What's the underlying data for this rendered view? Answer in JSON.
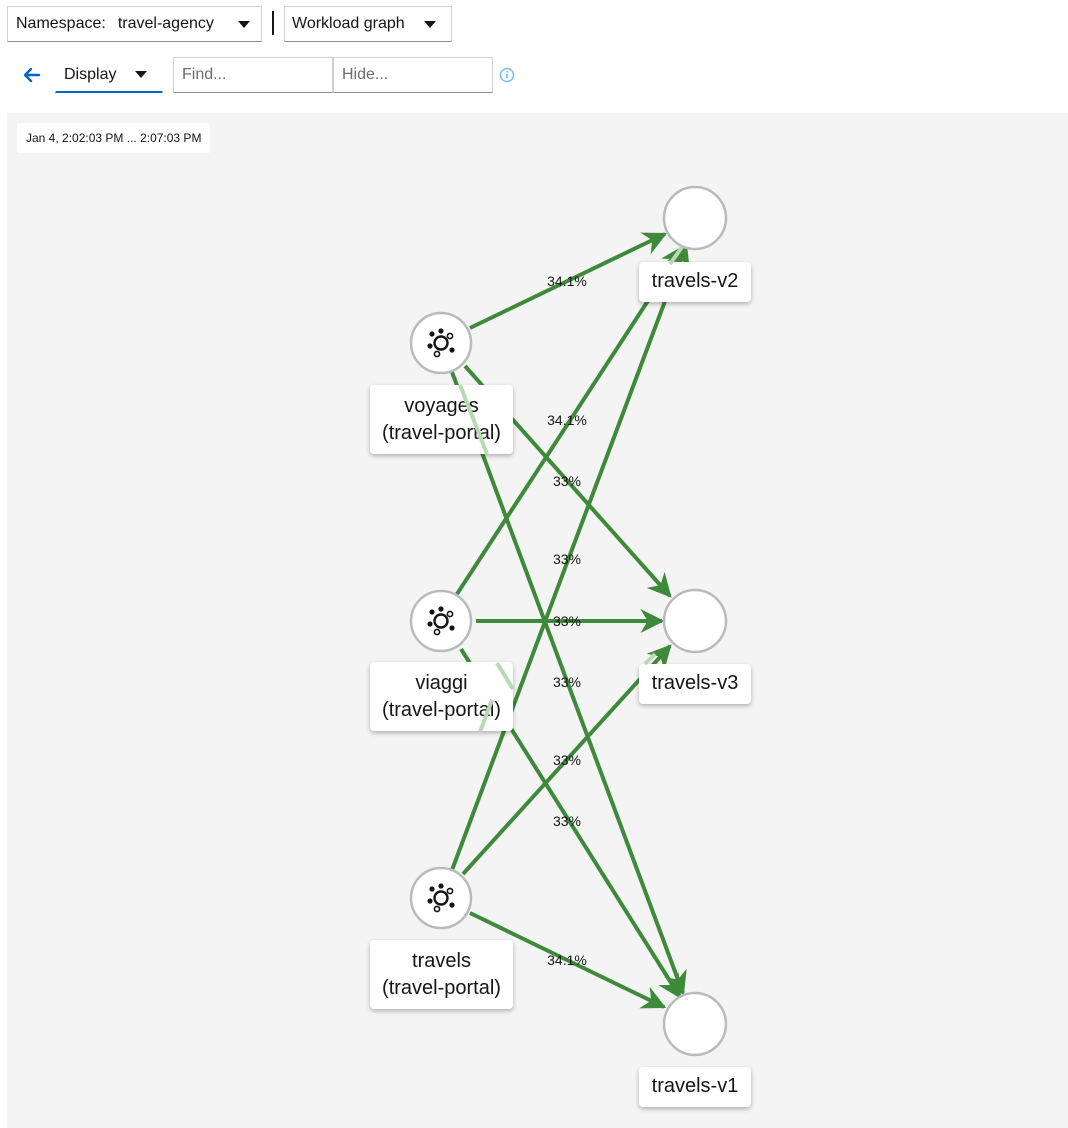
{
  "toolbar": {
    "namespace_label": "Namespace:",
    "namespace_value": "travel-agency",
    "graph_type": "Workload graph",
    "display_label": "Display",
    "find_placeholder": "Find...",
    "hide_placeholder": "Hide..."
  },
  "graph": {
    "timestamp": "Jan 4, 2:02:03 PM ... 2:07:03 PM",
    "colors": {
      "edge": "#3f8a3a",
      "edge_faded": "#b9d9b4",
      "node_border": "#b8bbbe",
      "accent": "#0066cc"
    },
    "nodes": [
      {
        "id": "voyages",
        "line1": "voyages",
        "line2": "(travel-portal)",
        "icon": "workload-icon"
      },
      {
        "id": "viaggi",
        "line1": "viaggi",
        "line2": "(travel-portal)",
        "icon": "workload-icon"
      },
      {
        "id": "travels",
        "line1": "travels",
        "line2": "(travel-portal)",
        "icon": "workload-icon"
      },
      {
        "id": "travels-v2",
        "line1": "travels-v2"
      },
      {
        "id": "travels-v3",
        "line1": "travels-v3"
      },
      {
        "id": "travels-v1",
        "line1": "travels-v1"
      }
    ],
    "edges": [
      {
        "from": "voyages",
        "to": "travels-v2",
        "label": "34.1%"
      },
      {
        "from": "voyages",
        "to": "travels-v3",
        "label": "33%"
      },
      {
        "from": "voyages",
        "to": "travels-v1",
        "label": "33%"
      },
      {
        "from": "viaggi",
        "to": "travels-v2",
        "label": "34.1%"
      },
      {
        "from": "viaggi",
        "to": "travels-v3",
        "label": "33%"
      },
      {
        "from": "viaggi",
        "to": "travels-v1",
        "label": "33%"
      },
      {
        "from": "travels",
        "to": "travels-v2",
        "label": "33%"
      },
      {
        "from": "travels",
        "to": "travels-v3",
        "label": "33%"
      },
      {
        "from": "travels",
        "to": "travels-v1",
        "label": "34.1%"
      }
    ]
  }
}
